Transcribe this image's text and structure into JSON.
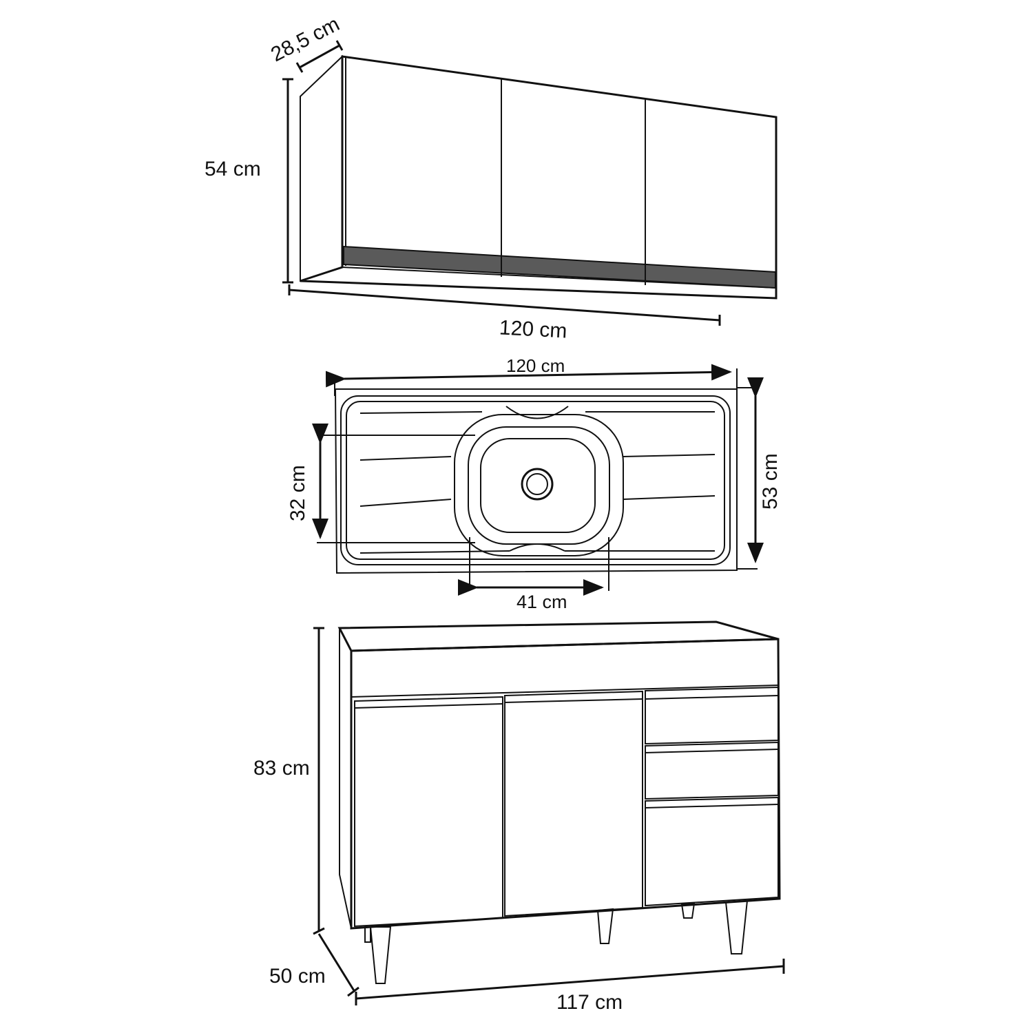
{
  "wall_cabinet": {
    "depth_label": "28,5 cm",
    "height_label": "54 cm",
    "width_label": "120 cm",
    "band_color": "#5a5a5a"
  },
  "sink": {
    "width_label": "120 cm",
    "depth_label": "53 cm",
    "basin_depth_label": "32 cm",
    "basin_width_label": "41 cm"
  },
  "base_cabinet": {
    "height_label": "83 cm",
    "depth_label": "50 cm",
    "width_label": "117 cm"
  }
}
